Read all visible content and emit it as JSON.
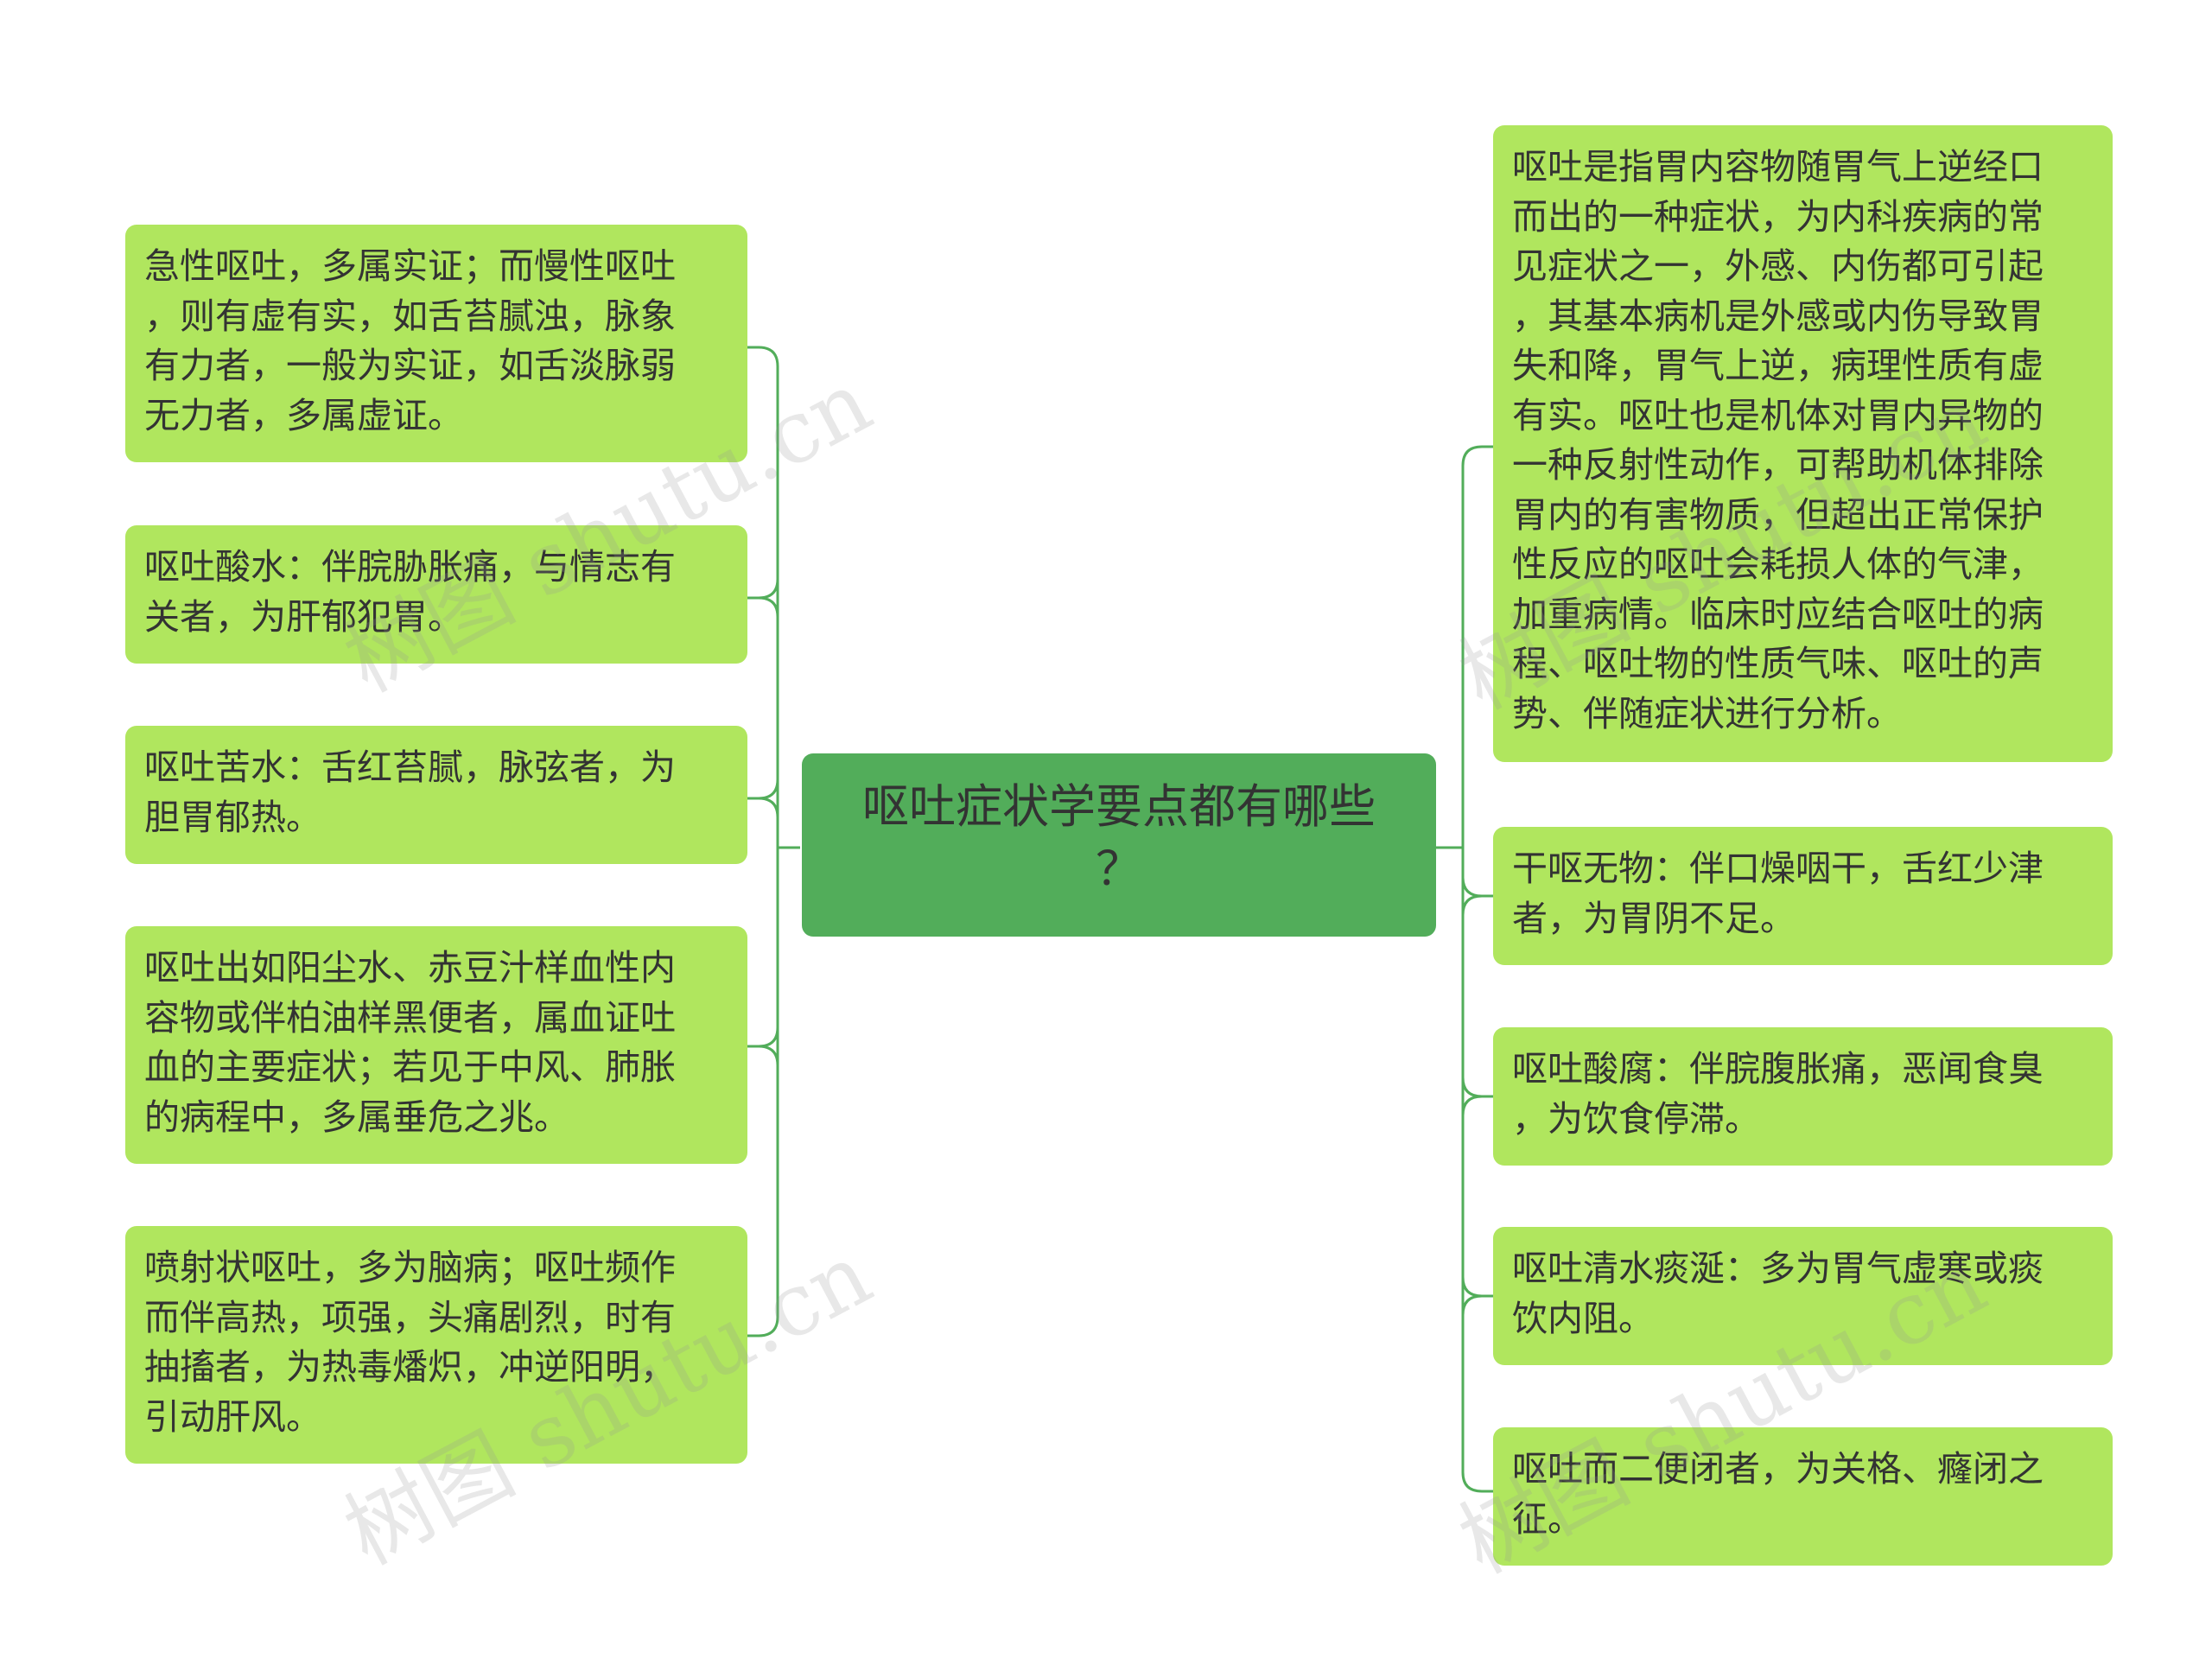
{
  "center": {
    "title": "呕吐症状学要点都有哪些\n？"
  },
  "left_nodes": [
    {
      "text": "急性呕吐，多属实证；而慢性呕吐\n，则有虚有实，如舌苔腻浊，脉象\n有力者，一般为实证，如舌淡脉弱\n无力者，多属虚证。"
    },
    {
      "text": "呕吐酸水：伴脘胁胀痛，与情志有\n关者，为肝郁犯胃。"
    },
    {
      "text": "呕吐苦水：舌红苔腻，脉弦者，为\n胆胃郁热。"
    },
    {
      "text": "呕吐出如阳尘水、赤豆汁样血性内\n容物或伴柏油样黑便者，属血证吐\n血的主要症状；若见于中风、肺胀\n的病程中，多属垂危之兆。"
    },
    {
      "text": "喷射状呕吐，多为脑病；呕吐频作\n而伴高热，项强，头痛剧烈，时有\n抽搐者，为热毒燔炽，冲逆阳明，\n引动肝风。"
    }
  ],
  "right_nodes": [
    {
      "text": "呕吐是指胃内容物随胃气上逆经口\n而出的一种症状，为内科疾病的常\n见症状之一，外感、内伤都可引起\n，其基本病机是外感或内伤导致胃\n失和降，胃气上逆，病理性质有虚\n有实。呕吐也是机体对胃内异物的\n一种反射性动作，可帮助机体排除\n胃内的有害物质，但超出正常保护\n性反应的呕吐会耗损人体的气津，\n加重病情。临床时应结合呕吐的病\n程、呕吐物的性质气味、呕吐的声\n势、伴随症状进行分析。"
    },
    {
      "text": "干呕无物：伴口燥咽干，舌红少津\n者，为胃阴不足。"
    },
    {
      "text": "呕吐酸腐：伴脘腹胀痛，恶闻食臭\n，为饮食停滞。"
    },
    {
      "text": "呕吐清水痰涎：多为胃气虚寒或痰\n饮内阻。"
    },
    {
      "text": "呕吐而二便闭者，为关格、癃闭之\n征。"
    }
  ],
  "watermarks": [
    "树图 shutu.cn",
    "树图 shutu.cn",
    "树图 shutu.cn",
    "树图 shutu.cn"
  ],
  "colors": {
    "node_fill": "#b0e65e",
    "center_fill": "#52ad5a",
    "connector": "#52ad5a",
    "text": "#333333"
  }
}
